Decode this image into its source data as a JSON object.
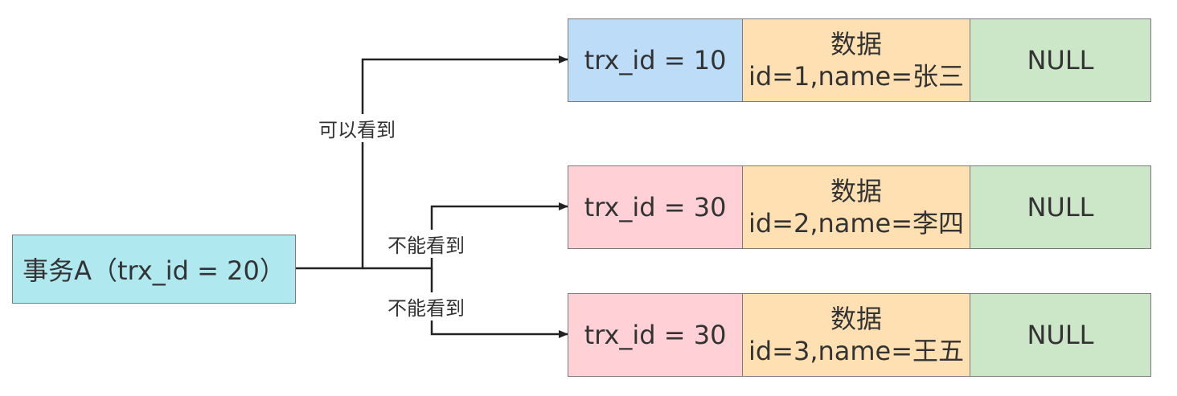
{
  "transaction": {
    "label": "事务A（trx_id = 20）"
  },
  "edges": [
    {
      "label": "可以看到"
    },
    {
      "label": "不能看到"
    },
    {
      "label": "不能看到"
    }
  ],
  "records": [
    {
      "trx": "trx_id = 10",
      "data_title": "数据",
      "data_value": "id=1,name=张三",
      "pointer": "NULL",
      "color": "#bcdcf8"
    },
    {
      "trx": "trx_id = 30",
      "data_title": "数据",
      "data_value": "id=2,name=李四",
      "pointer": "NULL",
      "color": "#ffd0d6"
    },
    {
      "trx": "trx_id = 30",
      "data_title": "数据",
      "data_value": "id=3,name=王五",
      "pointer": "NULL",
      "color": "#ffd0d6"
    }
  ],
  "colors": {
    "transaction_fill": "#b0e8ef",
    "data_fill": "#ffe0b3",
    "null_fill": "#cce7c8",
    "visible_fill": "#bcdcf8",
    "invisible_fill": "#ffd0d6"
  }
}
